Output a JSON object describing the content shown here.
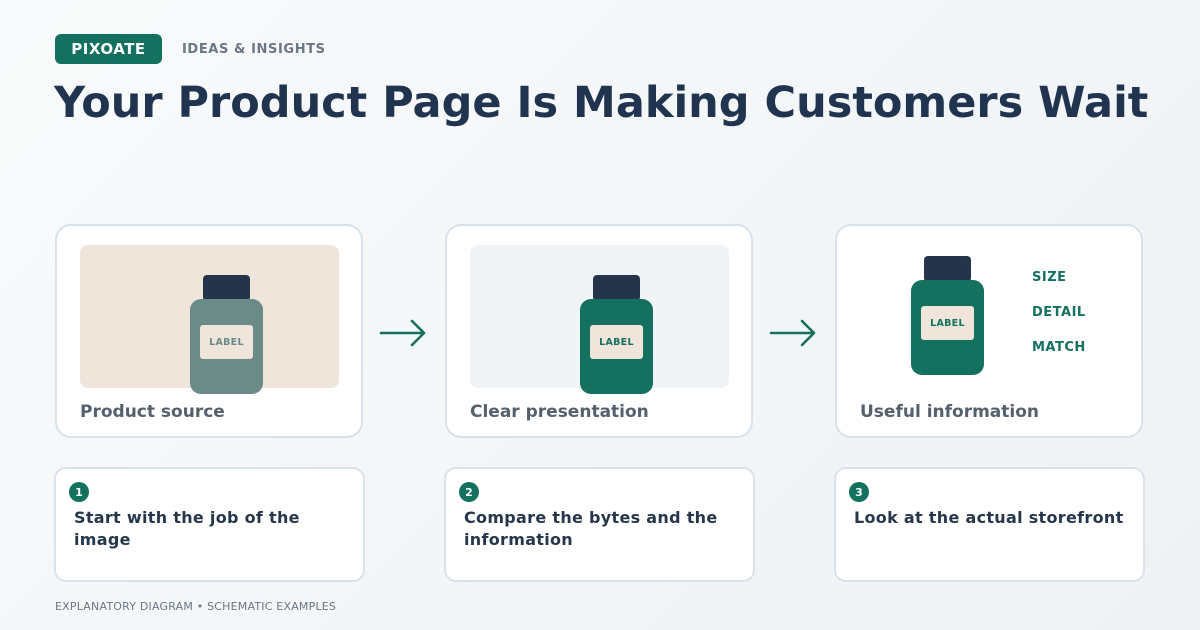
{
  "brand": {
    "name": "PIXOATE",
    "tagline": "IDEAS & INSIGHTS"
  },
  "title": "Your Product Page Is Making Customers Wait",
  "colors": {
    "accent": "#14705f",
    "title": "#20344f",
    "muted_bottle": "#6a8b87",
    "cap": "#25344a",
    "label_bg": "#efe5db",
    "card_border": "#d9e2ea"
  },
  "panels": [
    {
      "caption": "Product source",
      "bottle_label": "LABEL",
      "icon": "bottle-icon"
    },
    {
      "caption": "Clear presentation",
      "bottle_label": "LABEL",
      "icon": "bottle-icon"
    },
    {
      "caption": "Useful information",
      "bottle_label": "LABEL",
      "icon": "bottle-icon",
      "attributes": [
        "SIZE",
        "DETAIL",
        "MATCH"
      ]
    }
  ],
  "arrows": {
    "icon": "arrow-right-icon"
  },
  "steps": [
    {
      "number": "1",
      "text": "Start with the job of the image"
    },
    {
      "number": "2",
      "text": "Compare the bytes and the information"
    },
    {
      "number": "3",
      "text": "Look at the actual storefront"
    }
  ],
  "footnote": "EXPLANATORY DIAGRAM • SCHEMATIC EXAMPLES"
}
